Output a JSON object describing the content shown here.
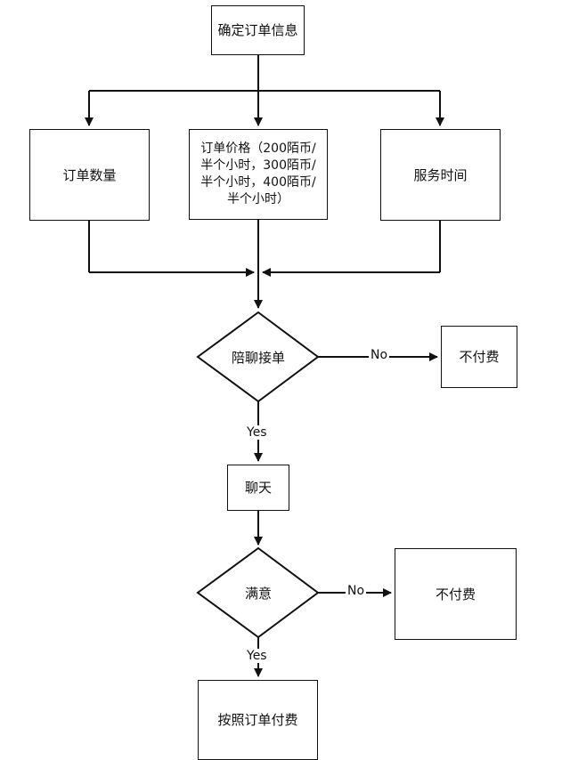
{
  "nodes": {
    "confirm_order": "确定订单信息",
    "order_quantity": "订单数量",
    "order_price": "订单价格（200陌币/\n半个小时，300陌币/\n半个小时，400陌币/\n半个小时）",
    "service_time": "服务时间",
    "companion_accept": "陪聊接单",
    "no_pay_1": "不付费",
    "chat": "聊天",
    "satisfied": "满意",
    "no_pay_2": "不付费",
    "pay_by_order": "按照订单付费"
  },
  "edges": {
    "no_1": "No",
    "yes_1": "Yes",
    "no_2": "No",
    "yes_2": "Yes"
  }
}
